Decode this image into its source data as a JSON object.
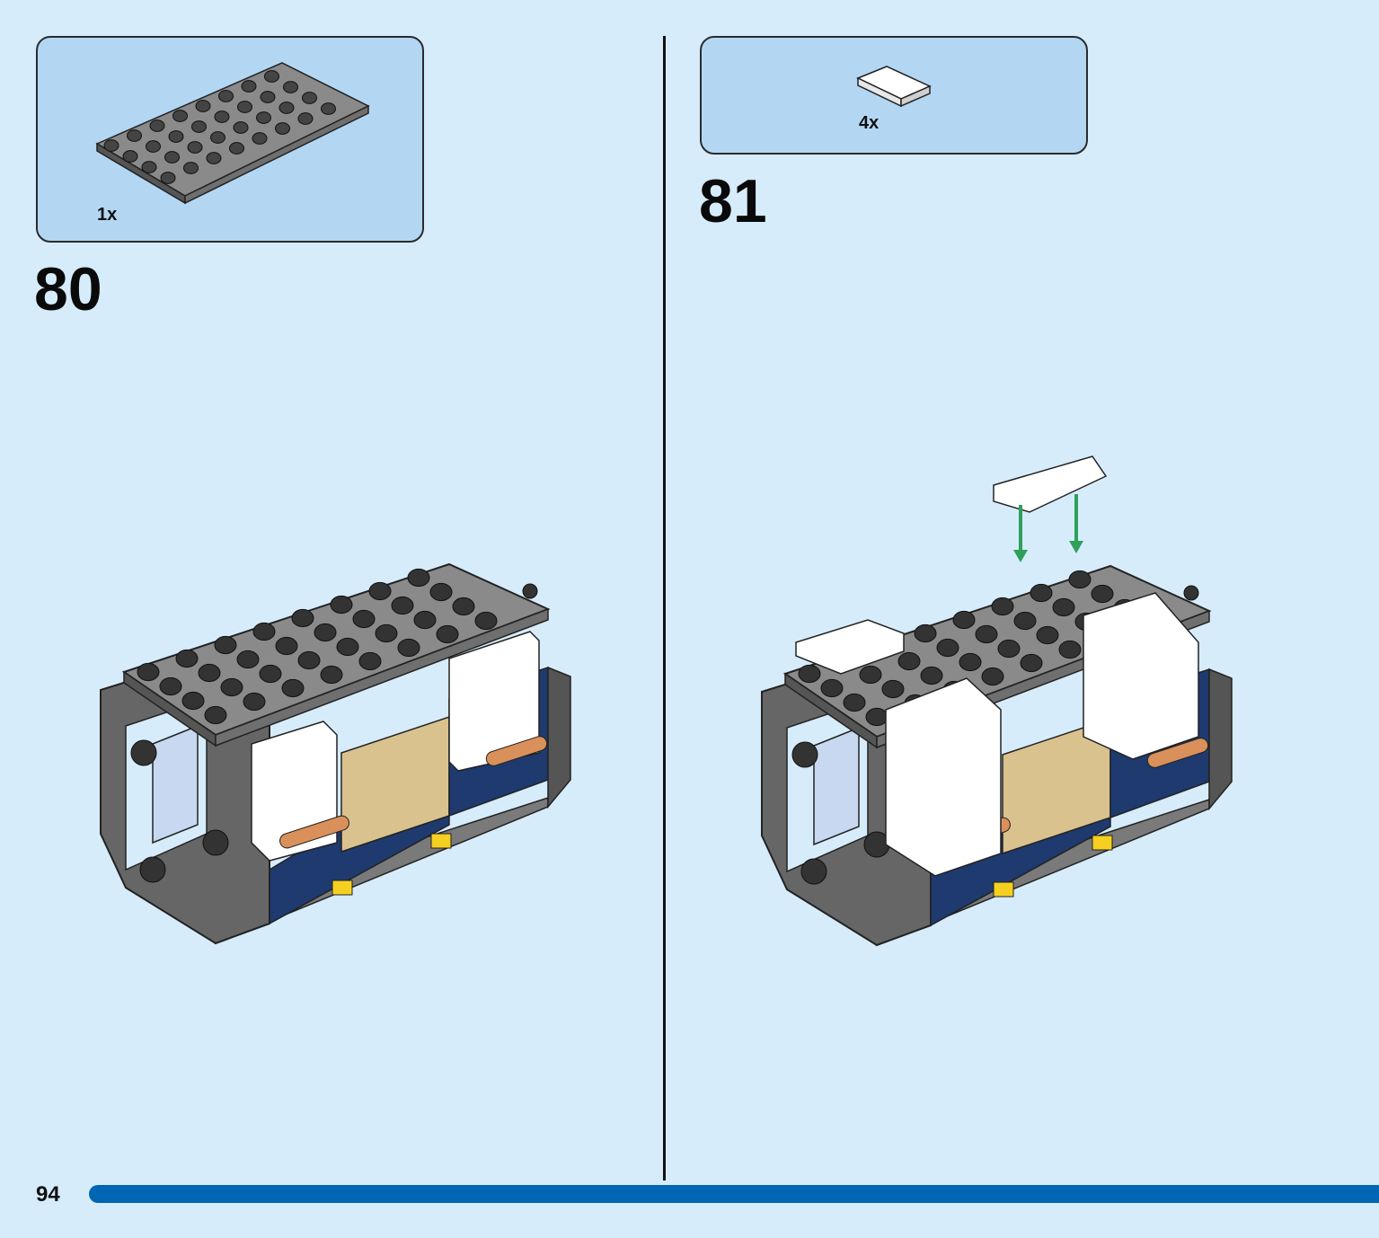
{
  "steps": [
    {
      "number": "80",
      "parts": [
        {
          "qty": "1x",
          "name": "plate-4x8-dark-grey"
        }
      ]
    },
    {
      "number": "81",
      "parts": [
        {
          "qty": "4x",
          "name": "slope-curved-white"
        }
      ]
    }
  ],
  "page": {
    "number": "94"
  },
  "colors": {
    "background": "#d6ecfb",
    "parts_box": "#b3d7f3",
    "progress_bar": "#0066b3",
    "dark_grey": "#5f5f5f",
    "white": "#ffffff",
    "tan": "#d9c28e",
    "dark_blue": "#1e3a6e",
    "arrow": "#2ea05a"
  }
}
